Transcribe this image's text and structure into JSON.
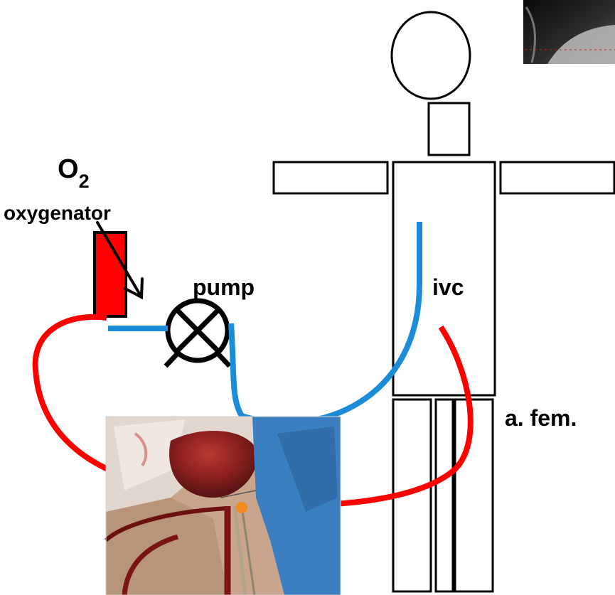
{
  "labels": {
    "o2": "O",
    "o2_subscript": "2",
    "oxygenator": "oxygenator",
    "pump": "pump",
    "ivc": "ivc",
    "femoral_artery": "a. fem."
  },
  "colors": {
    "oxygenated_blood": "#ff0000",
    "venous_blood": "#1a8cd8",
    "outline": "#000000",
    "background": "#ffffff"
  },
  "images": {
    "xray_thumbnail": "chest-xray-thumbnail",
    "surgical_photo": "femoral-cannulation-photo"
  }
}
